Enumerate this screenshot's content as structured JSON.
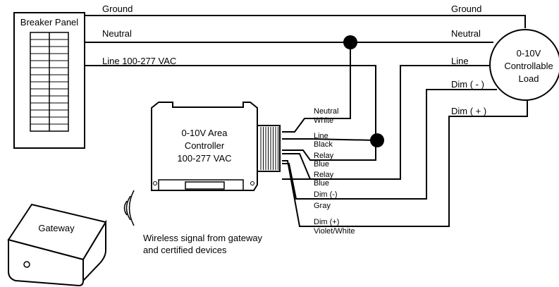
{
  "breaker_panel": {
    "title": "Breaker Panel"
  },
  "wires": {
    "ground_left": "Ground",
    "neutral_left": "Neutral",
    "line_left": "Line 100-277 VAC",
    "ground_right": "Ground",
    "neutral_right": "Neutral",
    "line_right": "Line",
    "dim_minus_right": "Dim ( - )",
    "dim_plus_right": "Dim ( + )"
  },
  "load": {
    "line1": "0-10V",
    "line2": "Controllable",
    "line3": "Load"
  },
  "controller": {
    "line1": "0-10V Area",
    "line2": "Controller",
    "line3": "100-277 VAC"
  },
  "leads": {
    "neutral": "Neutral",
    "white": "White",
    "line": "Line",
    "black": "Black",
    "relay1": "Relay",
    "blue1": "Blue",
    "relay2": "Relay",
    "blue2": "Blue",
    "dim_minus": "Dim (-)",
    "gray": "Gray",
    "dim_plus": "Dim (+)",
    "violet_white": "Violet/White"
  },
  "gateway": {
    "title": "Gateway"
  },
  "wireless": {
    "line1": "Wireless signal from gateway",
    "line2": "and certified devices"
  }
}
